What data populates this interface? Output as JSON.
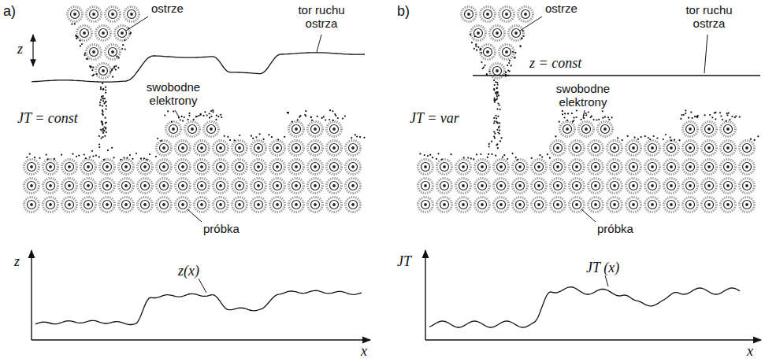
{
  "diagram": {
    "labels": [
      "a)",
      "ostrze",
      "tor ruchu ostrza",
      "z",
      "swobodne elektrony",
      "JT = const",
      "próbka",
      "z",
      "z(x)",
      "x",
      "b)",
      "ostrze",
      "tor ruchu ostrza",
      "swobodne elektrony",
      "z = const",
      "JT = var",
      "próbka",
      "JT",
      "JT (x)",
      "x"
    ]
  }
}
